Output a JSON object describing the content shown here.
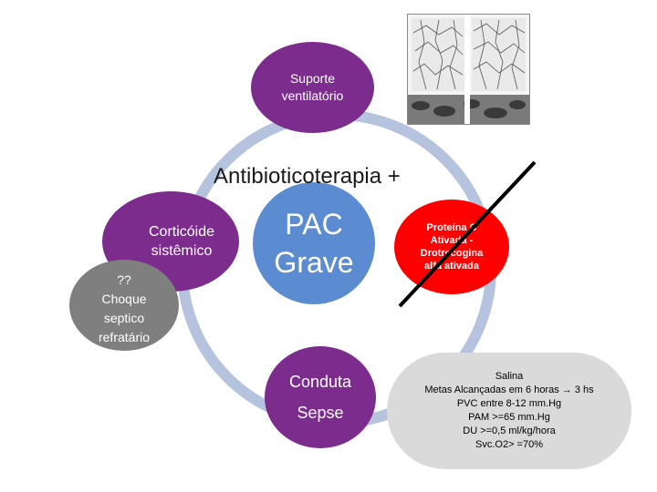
{
  "diagram": {
    "center": {
      "label_line1": "PAC",
      "label_line2": "Grave"
    },
    "top_text": "Antibioticoterapia +",
    "suporte": {
      "line1": "Suporte",
      "line2": "ventilatório"
    },
    "corticoide": {
      "line1": "Corticóide",
      "line2": "sistêmico"
    },
    "choque": {
      "line1": "??",
      "line2": "Choque",
      "line3": "septico",
      "line4": "refratário"
    },
    "proteina": {
      "line1": "Proteína C",
      "line2": "Ativada -",
      "line3": "Drotrecogina",
      "line4": "alfa ativada"
    },
    "conduta": {
      "line1": "Conduta",
      "line2": "Sepse"
    },
    "salina": {
      "line1": "Salina",
      "line2": "Metas Alcançadas em 6 horas → 3 hs",
      "line3": "PVC entre 8-12 mm.Hg",
      "line4": "PAM >=65 mm.Hg",
      "line5": "DU >=0,5 ml/kg/hora",
      "line6": "Svc.O2> =70%"
    }
  },
  "colors": {
    "purple": "#7b2c8c",
    "blue": "#5b8bd0",
    "red": "#ff0000",
    "gray": "#7f7f7f",
    "ring": "#b6c3de",
    "light_gray": "#dadada"
  }
}
